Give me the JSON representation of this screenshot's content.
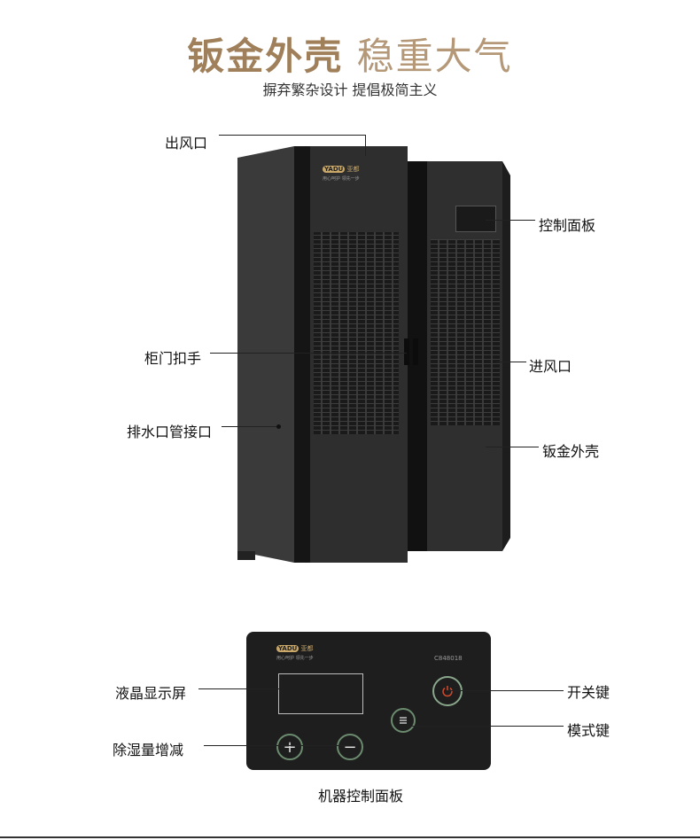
{
  "header": {
    "title_main": "钣金外壳",
    "title_accent": "稳重大气",
    "subtitle": "摒弃繁杂设计  提倡极简主义"
  },
  "unit_labels": {
    "air_outlet": "出风口",
    "control_panel": "控制面板",
    "cabinet_handle": "柜门扣手",
    "air_inlet": "进风口",
    "drain_connector": "排水口管接口",
    "sheet_metal_shell": "钣金外壳"
  },
  "brand": {
    "logo_text": "YADU",
    "name": "亚都",
    "tagline": "用心呵护  领先一步"
  },
  "panel": {
    "model": "C848018",
    "lcd_label": "液晶显示屏",
    "power_key_label": "开关键",
    "mode_key_label": "模式键",
    "humidity_adjust_label": "除湿量增减",
    "caption": "机器控制面板",
    "plus_symbol": "+",
    "minus_symbol": "−",
    "power_icon": "power-icon",
    "mode_icon": "menu-icon"
  },
  "colors": {
    "title_gold": "#a0805a",
    "cabinet_dark": "#2f2f2f",
    "button_ring": "#6b8b6e",
    "power_red": "#d24a2c"
  }
}
